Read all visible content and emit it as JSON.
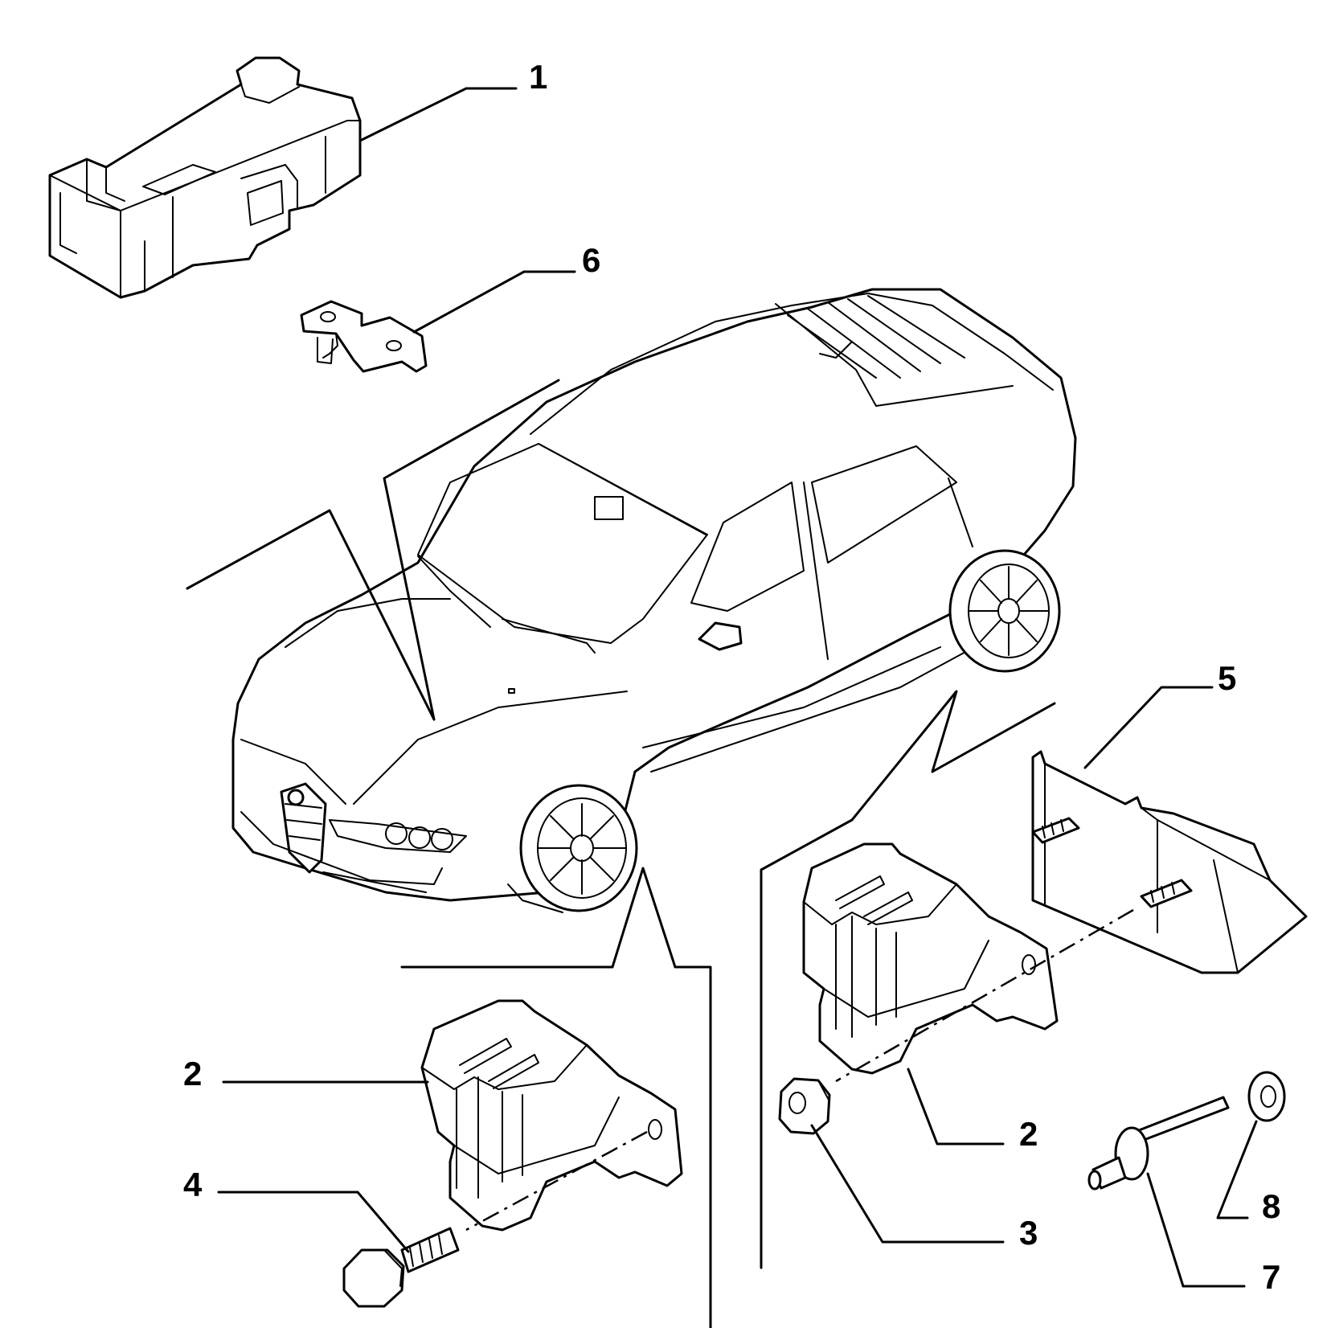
{
  "callouts": {
    "c1": "1",
    "c6": "6",
    "c5": "5",
    "c2_left": "2",
    "c4": "4",
    "c2_right": "2",
    "c3": "3",
    "c8": "8",
    "c7": "7"
  }
}
